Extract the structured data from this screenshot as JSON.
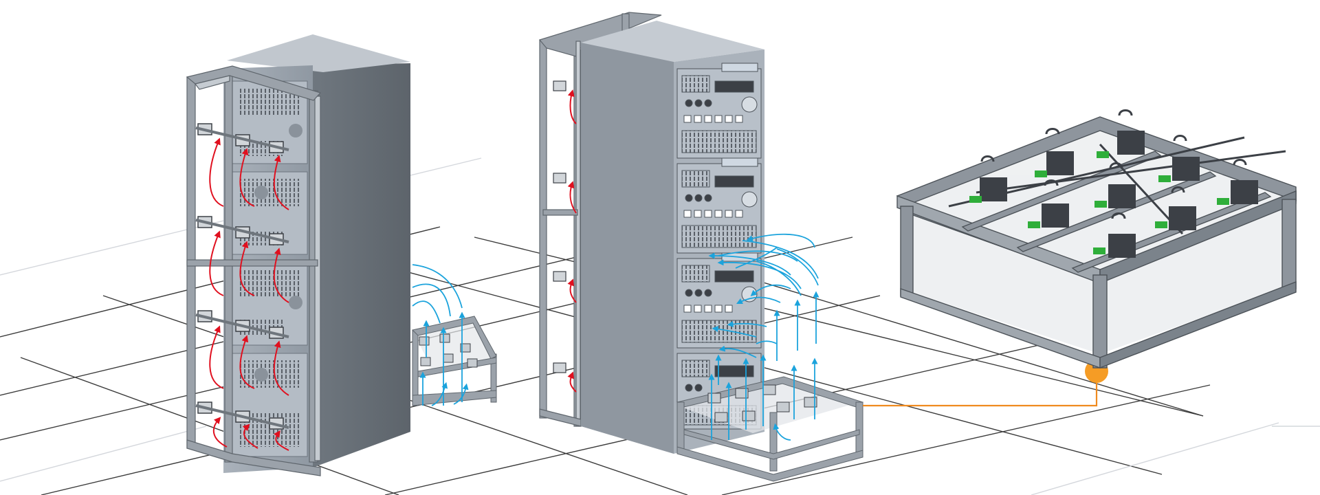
{
  "figure": {
    "description_text": "",
    "colors": {
      "background": "#ffffff",
      "floor_grid": "#1a1a1a",
      "floor_grid_faint": "#cfd3d8",
      "cabinet_side": "#7a828b",
      "cabinet_front": "#9aa3ad",
      "cabinet_top": "#b7bec6",
      "frame_metal": "#8d949c",
      "frame_metal_light": "#b9bfc6",
      "module_dark": "#3c4046",
      "module_green": "#2fae3a",
      "airflow_hot": "#e0101f",
      "airflow_cool": "#1ba3dc",
      "callout": "#f08a1e",
      "glass": "#dfe3e7"
    },
    "groups": [
      {
        "name": "rack-with-rear-frame",
        "airflow": "hot-red"
      },
      {
        "name": "rack-with-floor-unit",
        "airflow": "cool-blue"
      },
      {
        "name": "base-frame-detail",
        "modules": 9
      }
    ],
    "icons": [
      "server-rack-icon",
      "airflow-arrow-icon",
      "fan-module-icon",
      "callout-dot-icon"
    ]
  }
}
